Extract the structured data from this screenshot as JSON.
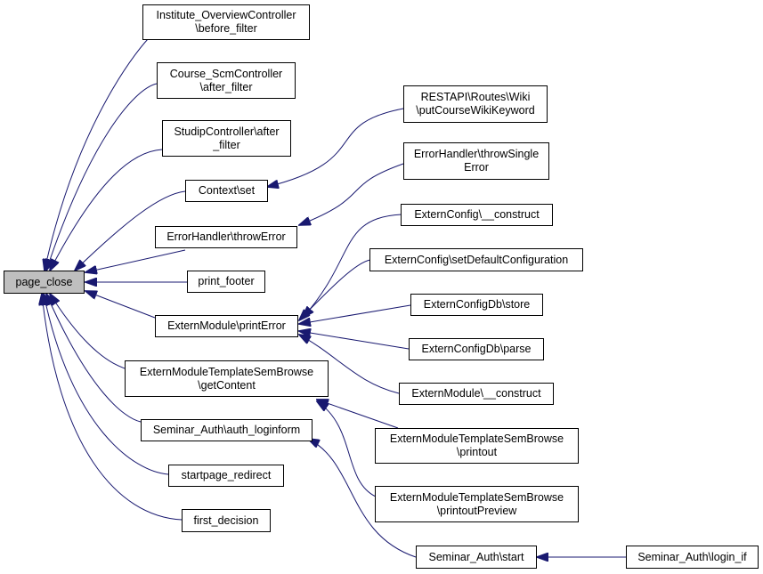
{
  "graph": {
    "edge_color": "#191970",
    "root_fill": "#bfbfbf",
    "nodes": {
      "page_close": {
        "lines": [
          "page_close"
        ]
      },
      "inst": {
        "lines": [
          "Institute_OverviewController",
          "\\before_filter"
        ]
      },
      "course": {
        "lines": [
          "Course_ScmController",
          "\\after_filter"
        ]
      },
      "studip": {
        "lines": [
          "StudipController\\after",
          "_filter"
        ]
      },
      "context": {
        "lines": [
          "Context\\set"
        ]
      },
      "errthrow": {
        "lines": [
          "ErrorHandler\\throwError"
        ]
      },
      "printfooter": {
        "lines": [
          "print_footer"
        ]
      },
      "extprint": {
        "lines": [
          "ExternModule\\printError"
        ]
      },
      "tmplget": {
        "lines": [
          "ExternModuleTemplateSemBrowse",
          "\\getContent"
        ]
      },
      "authlogin": {
        "lines": [
          "Seminar_Auth\\auth_loginform"
        ]
      },
      "startpage": {
        "lines": [
          "startpage_redirect"
        ]
      },
      "firstdec": {
        "lines": [
          "first_decision"
        ]
      },
      "restwiki": {
        "lines": [
          "RESTAPI\\Routes\\Wiki",
          "\\putCourseWikiKeyword"
        ]
      },
      "errsingle": {
        "lines": [
          "ErrorHandler\\throwSingle",
          "Error"
        ]
      },
      "extcfgcon": {
        "lines": [
          "ExternConfig\\__construct"
        ]
      },
      "extcfgdef": {
        "lines": [
          "ExternConfig\\setDefaultConfiguration"
        ]
      },
      "extdbstore": {
        "lines": [
          "ExternConfigDb\\store"
        ]
      },
      "extdbparse": {
        "lines": [
          "ExternConfigDb\\parse"
        ]
      },
      "extmodcon": {
        "lines": [
          "ExternModule\\__construct"
        ]
      },
      "tmplprint": {
        "lines": [
          "ExternModuleTemplateSemBrowse",
          "\\printout"
        ]
      },
      "tmplpreview": {
        "lines": [
          "ExternModuleTemplateSemBrowse",
          "\\printoutPreview"
        ]
      },
      "authstart": {
        "lines": [
          "Seminar_Auth\\start"
        ]
      },
      "loginif": {
        "lines": [
          "Seminar_Auth\\login_if"
        ]
      }
    }
  }
}
